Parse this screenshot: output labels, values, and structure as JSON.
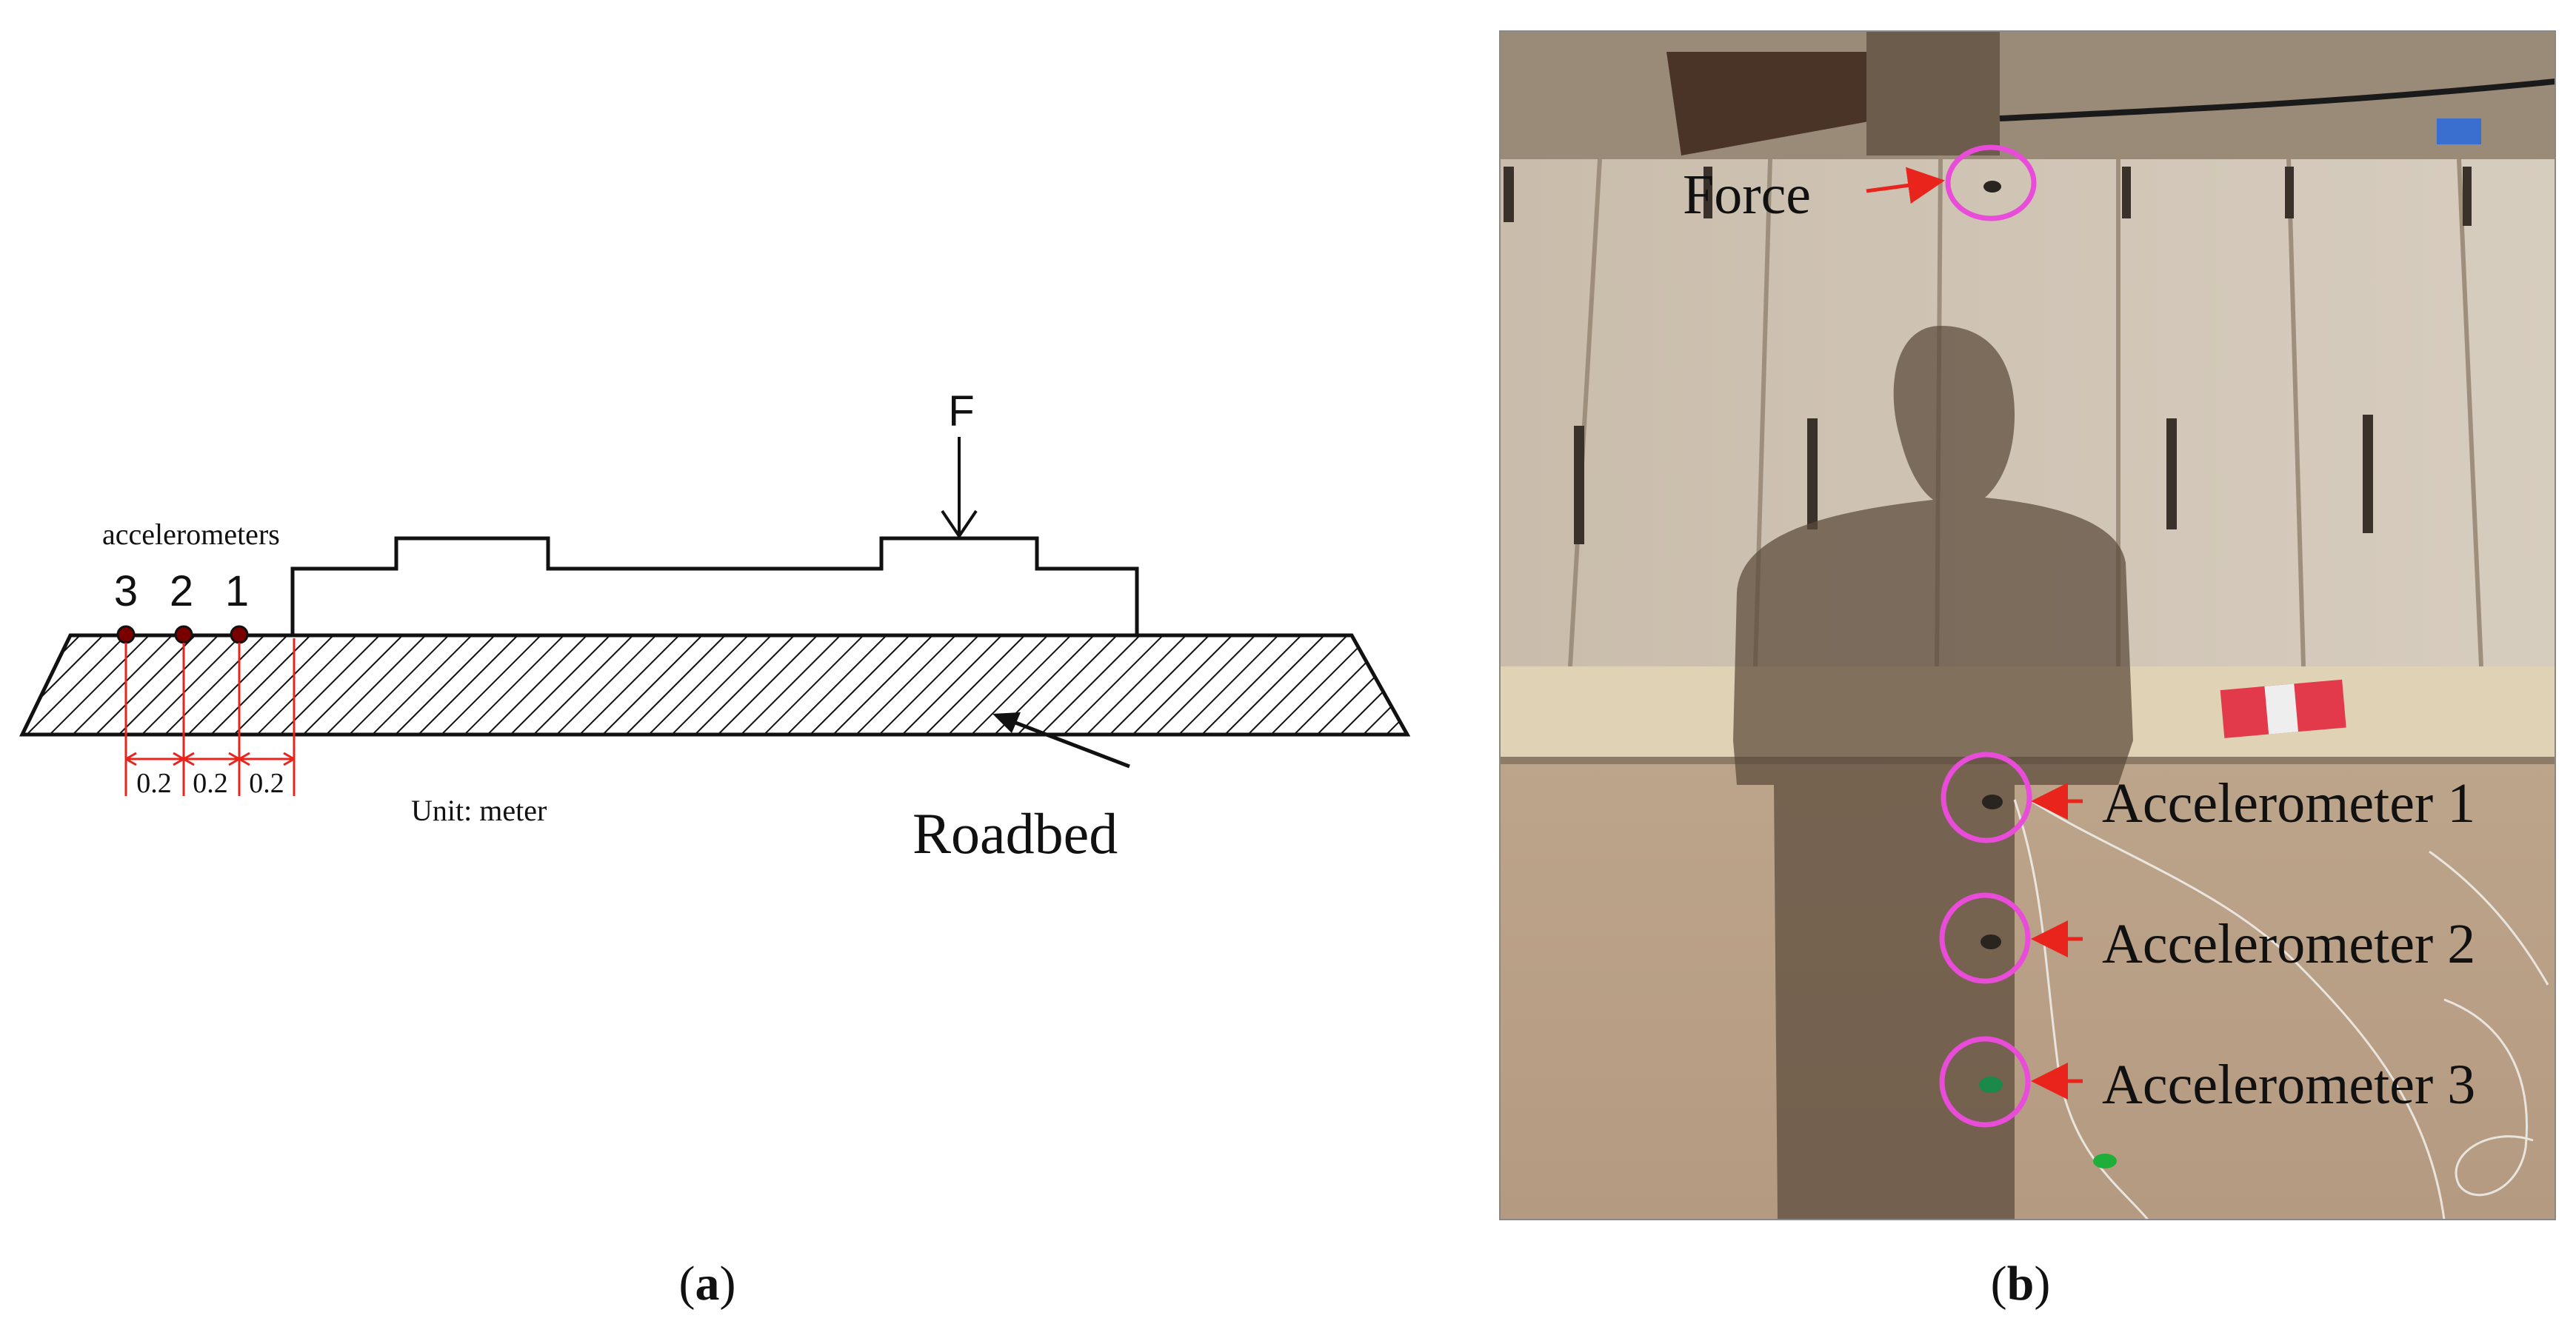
{
  "panel_a": {
    "label_force": "F",
    "label_accelerometers": "accelerometers",
    "accel_numbers": [
      "3",
      "2",
      "1"
    ],
    "spacings": [
      "0.2",
      "0.2",
      "0.2"
    ],
    "unit_text": "Unit: meter",
    "roadbed_label": "Roadbed",
    "caption_letter": "a",
    "caption_open": "(",
    "caption_close": ")"
  },
  "panel_b": {
    "label_force": "Force",
    "accel_labels": [
      "Accelerometer 1",
      "Accelerometer 2",
      "Accelerometer 3"
    ],
    "caption_letter": "b",
    "caption_open": "(",
    "caption_close": ")"
  },
  "colors": {
    "marker_circle": "#e84cd8",
    "arrow_red": "#e8241c",
    "dimension_red": "#e8241c",
    "line_black": "#111111"
  }
}
